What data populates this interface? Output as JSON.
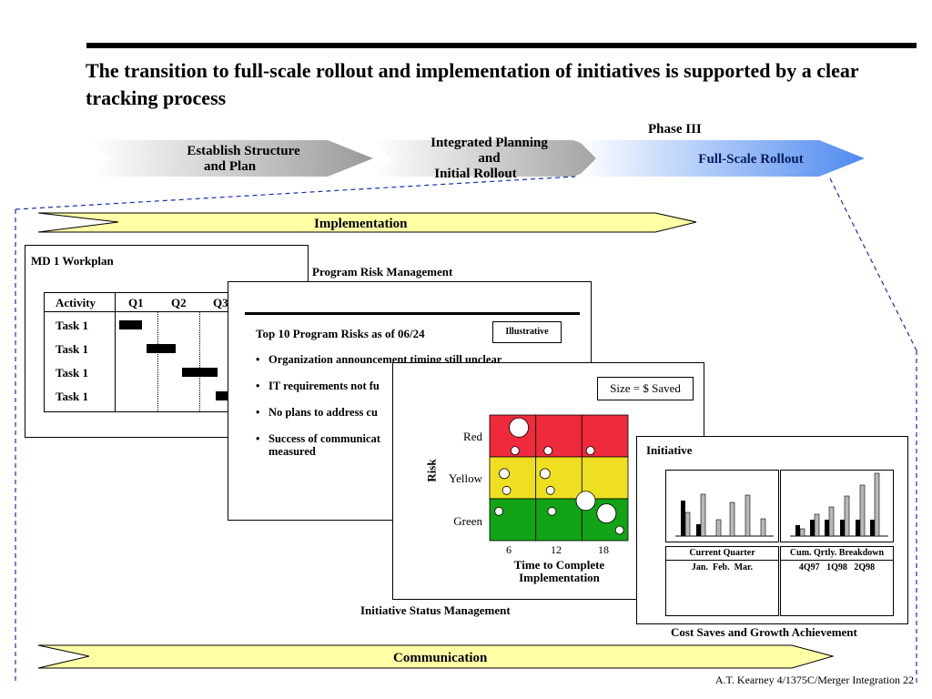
{
  "title": "The transition to full-scale rollout and implementation of initiatives is supported by a clear tracking process",
  "phases": {
    "current_phase_label": "Phase III",
    "items": [
      {
        "line1": "Establish Structure",
        "line2": "and Plan"
      },
      {
        "line1": "Integrated Planning",
        "line2": "and",
        "line3": "Initial Rollout"
      },
      {
        "line1": "Full-Scale Rollout"
      }
    ]
  },
  "implementation_label": "Implementation",
  "communication_label": "Communication",
  "workplan": {
    "title": "MD 1 Workplan",
    "columns": [
      "Activity",
      "Q1",
      "Q2",
      "Q3"
    ],
    "rows": [
      "Task 1",
      "Task 1",
      "Task 1",
      "Task 1"
    ],
    "bars": [
      {
        "start": 0.0,
        "end": 0.55
      },
      {
        "start": 0.65,
        "end": 1.35
      },
      {
        "start": 1.5,
        "end": 2.35
      },
      {
        "start": 2.3,
        "end": 2.6
      }
    ]
  },
  "risk_mgmt": {
    "caption": "Program Risk Management",
    "heading": "Top 10 Program Risks as of 06/24",
    "badge": "Illustrative",
    "items": [
      "Organization announcement timing still unclear",
      "IT requirements not fu",
      "No plans to address cu",
      "Success of communicat measured"
    ]
  },
  "status_mgmt": {
    "caption": "Initiative Status Management",
    "legend": "Size = $ Saved",
    "y_axis_label": "Risk",
    "x_axis_label_line1": "Time to Complete",
    "x_axis_label_line2": "Implementation",
    "row_labels": [
      "Red",
      "Yellow",
      "Green"
    ],
    "x_ticks": [
      "6",
      "12",
      "18"
    ],
    "colors": {
      "red": "#ee2a3c",
      "yellow": "#eee020",
      "green": "#12a316"
    }
  },
  "chart_data": {
    "type": "scatter",
    "title": "",
    "x_axis": "Time to Complete Implementation",
    "x_ticks": [
      6,
      12,
      18
    ],
    "xlim": [
      3,
      21
    ],
    "y_axis": "Risk",
    "y_categories": [
      "Green",
      "Yellow",
      "Red"
    ],
    "ylim": [
      0,
      3
    ],
    "size_legend": "Size = $ Saved",
    "points": [
      {
        "x": 6.8,
        "y": 2.7,
        "size": 3
      },
      {
        "x": 6.3,
        "y": 2.15,
        "size": 1
      },
      {
        "x": 10.6,
        "y": 2.15,
        "size": 1
      },
      {
        "x": 16.1,
        "y": 2.15,
        "size": 1
      },
      {
        "x": 4.9,
        "y": 1.6,
        "size": 1.5
      },
      {
        "x": 10.2,
        "y": 1.6,
        "size": 1.5
      },
      {
        "x": 5.2,
        "y": 1.2,
        "size": 1
      },
      {
        "x": 10.9,
        "y": 1.2,
        "size": 1
      },
      {
        "x": 15.5,
        "y": 0.95,
        "size": 3
      },
      {
        "x": 4.2,
        "y": 0.7,
        "size": 1
      },
      {
        "x": 11.1,
        "y": 0.7,
        "size": 1
      },
      {
        "x": 18.2,
        "y": 0.65,
        "size": 3
      },
      {
        "x": 19.9,
        "y": 0.25,
        "size": 1
      }
    ]
  },
  "cost_saves": {
    "caption": "Cost Saves and Growth Achievement",
    "heading": "Initiative",
    "left_title": "Current Quarter",
    "left_ticks": "Jan.  Feb.  Mar.",
    "right_title": "Cum. Qrtly. Breakdown",
    "right_ticks": "4Q97   1Q98   2Q98"
  },
  "footer": "A.T. Kearney  4/1375C/Merger Integration   22"
}
